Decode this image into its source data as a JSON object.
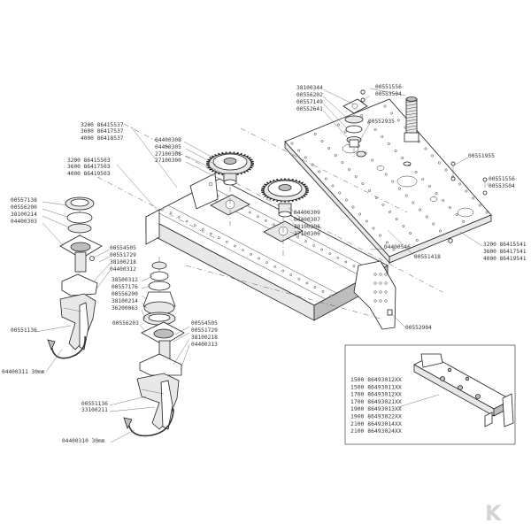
{
  "diagram": {
    "part_labels": [
      "3200 86415537",
      "3600 86417537",
      "4000 86418537",
      "3200 86415503",
      "3600 86417503",
      "4000 86419503",
      "04400308",
      "04400305",
      "27100308",
      "27100300",
      "38100344",
      "00556202",
      "00557149",
      "00552641",
      "00551556",
      "00553504",
      "00552935",
      "00551955",
      "00551556",
      "00553504",
      "04400309",
      "04400307",
      "38100206",
      "27100300",
      "04400546",
      "00551418",
      "3200 86415541",
      "3600 86417541",
      "4000 86419541",
      "00557138",
      "00556200",
      "38100214",
      "04400303",
      "00554505",
      "00551729",
      "38100218",
      "04400312",
      "38500312",
      "00557176",
      "00556200",
      "38100214",
      "36200063",
      "00556203",
      "00554505",
      "00551729",
      "38100218",
      "04400313",
      "00551136",
      "04400311 30mm",
      "00551136",
      "33100211",
      "04400310 30mm",
      "00552904"
    ],
    "inset_labels": [
      "1500 86493012XX",
      "1500 86493011XX",
      "1700 86493012XX",
      "1700 86493021XX",
      "1900 86493013XX",
      "1900 86493022XX",
      "2100 86493014XX",
      "2100 86493024XX"
    ],
    "logo_text": "K"
  }
}
